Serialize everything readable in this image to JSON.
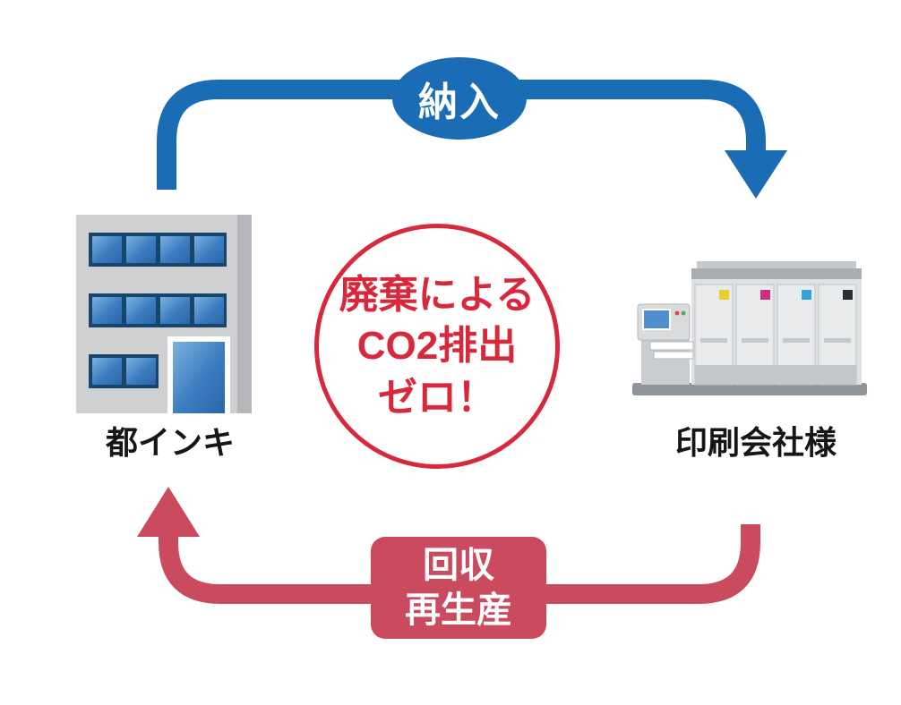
{
  "diagram": {
    "top_arrow": {
      "label": "納入"
    },
    "bottom_arrow": {
      "line1": "回収",
      "line2": "再生産"
    },
    "center_badge": {
      "line1": "廃棄による",
      "line2": "CO2排出",
      "line3": "ゼロ！"
    },
    "left_entity": {
      "label": "都インキ",
      "icon": "office-building-icon"
    },
    "right_entity": {
      "label": "印刷会社様",
      "icon": "printing-press-icon"
    },
    "colors": {
      "arrow_blue": "#1a6cb5",
      "arrow_red": "#ca4a5e",
      "badge_red": "#d7293b",
      "badge_background": "#ffffff",
      "label_text": "#ffffff",
      "caption_text": "#161616"
    }
  }
}
